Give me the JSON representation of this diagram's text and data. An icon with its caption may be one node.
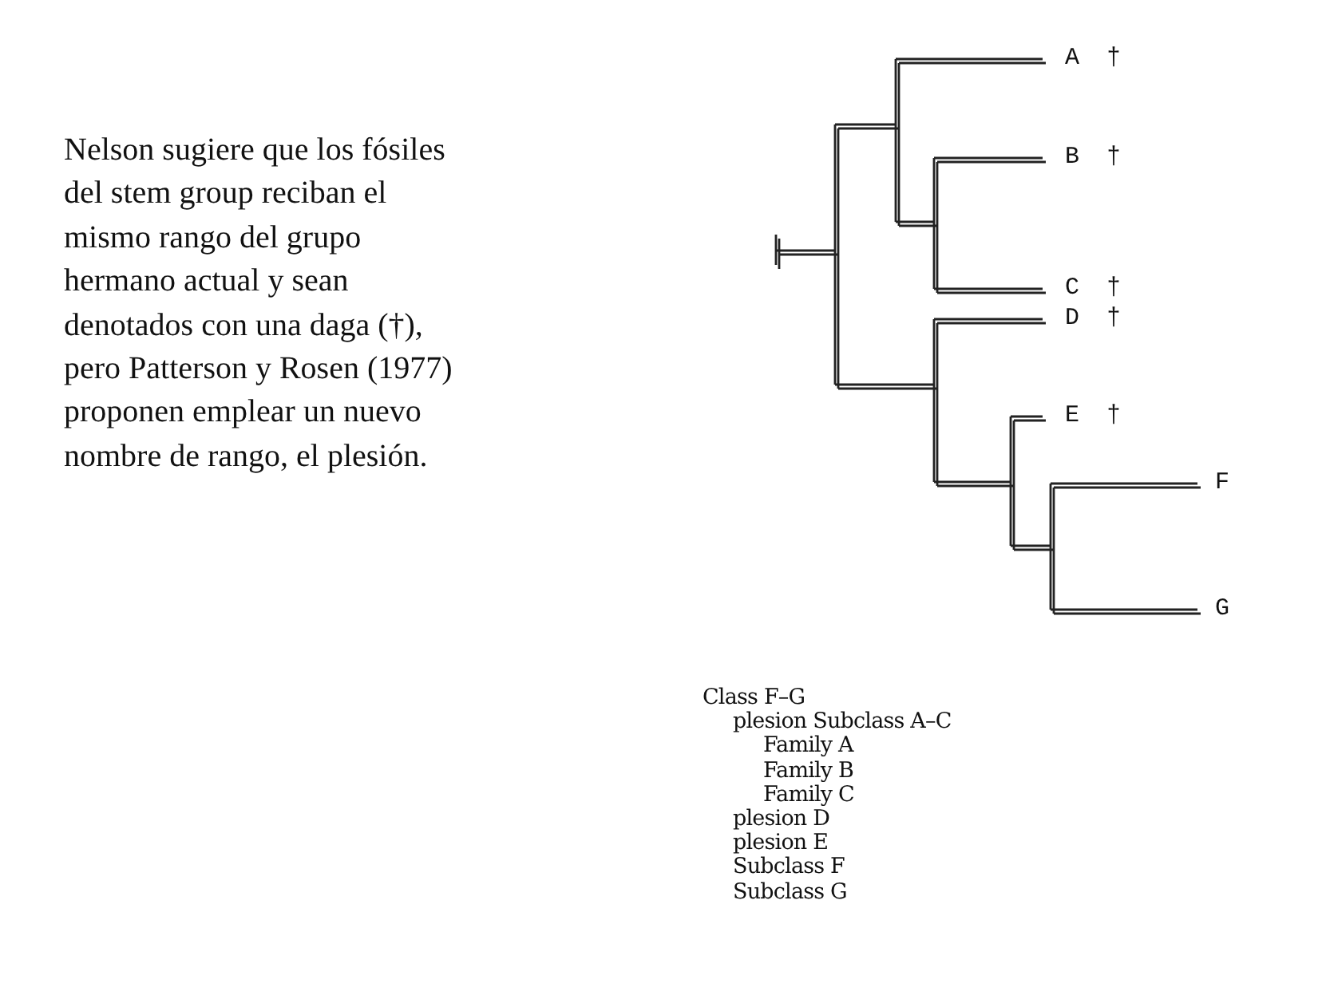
{
  "diagram": {
    "labels": [
      "Nelson sugiere que los fósiles del stem group reciban el mismo rango del grupo hermano actual y sean denotados con una daga (†), pero Patterson y Rosen (1977) proponen emplear un nuevo nombre de rango, el plesión.",
      "A",
      "†",
      "B",
      "†",
      "C",
      "†",
      "D",
      "†",
      "E",
      "†",
      "F",
      "G",
      "Class F–G",
      "plesion Subclass A–C",
      "Family A",
      "Family B",
      "Family C",
      "plesion D",
      "plesion E",
      "Subclass F",
      "Subclass G"
    ]
  }
}
